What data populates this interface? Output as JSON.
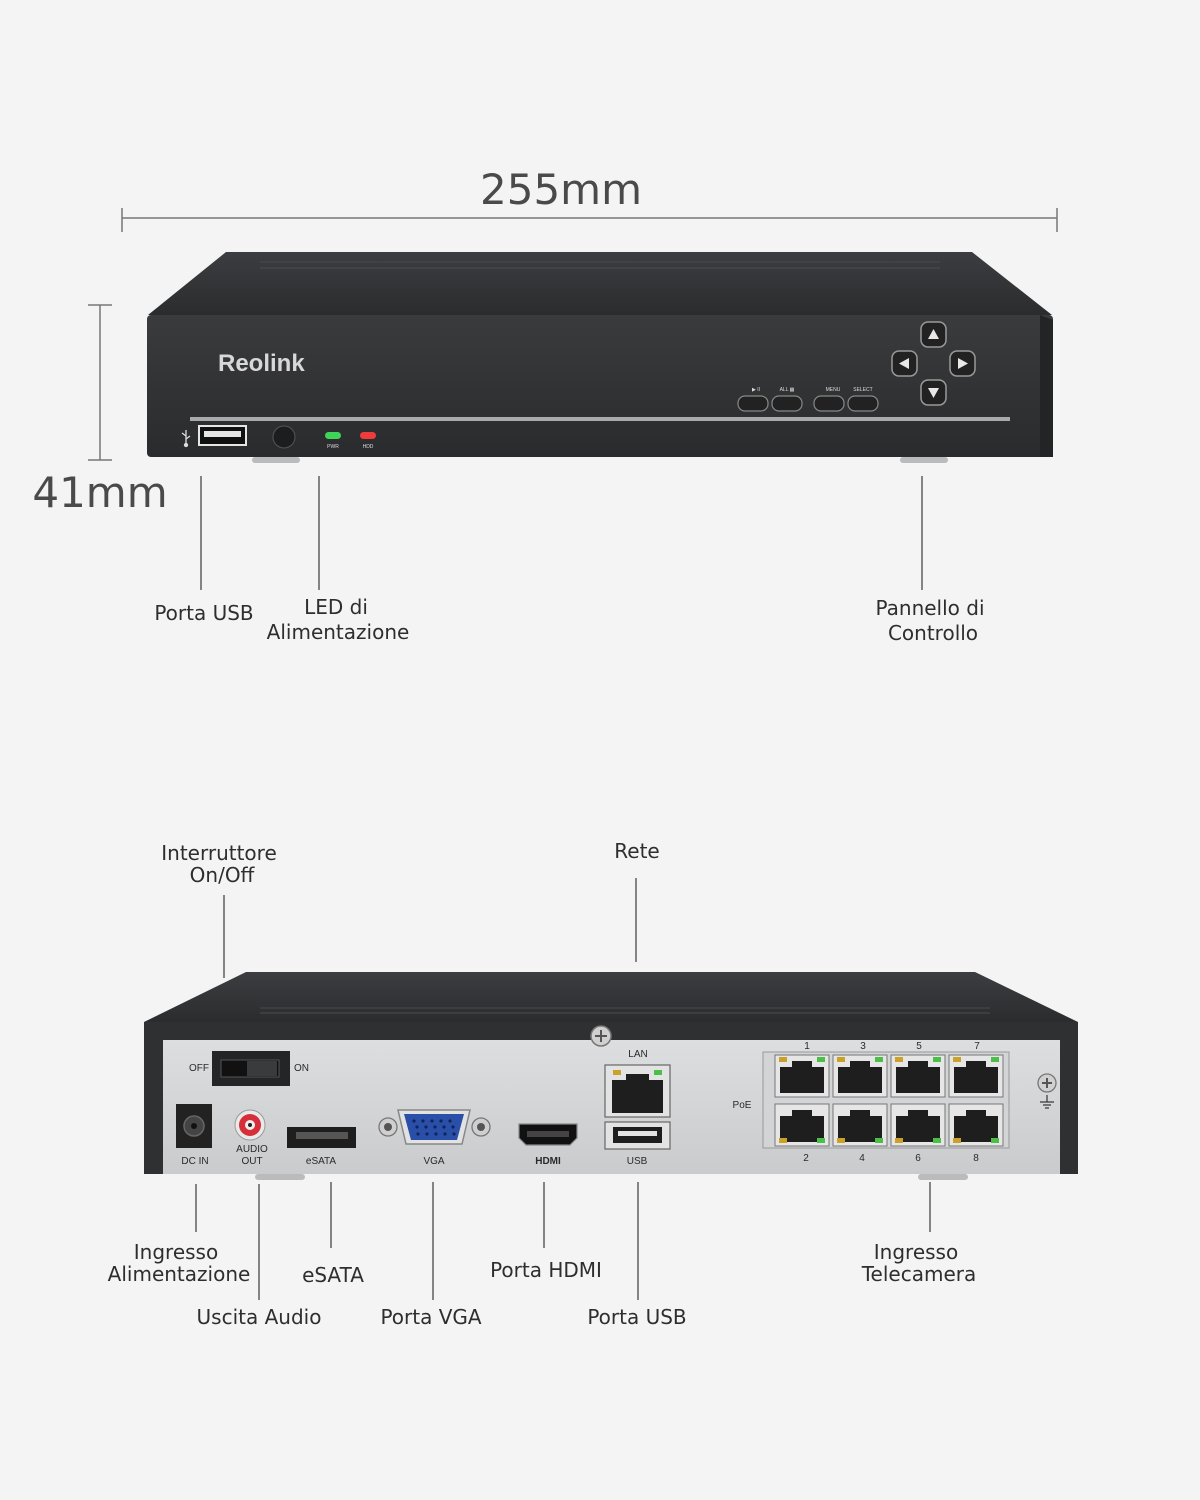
{
  "dimensions": {
    "width": "255mm",
    "height": "41mm"
  },
  "front_panel": {
    "brand": "Reolink",
    "led_labels": [
      "PWR",
      "HDD"
    ],
    "button_labels": [
      "▶ II",
      "ALL ▦",
      "MENU",
      "SELECT"
    ],
    "callouts": {
      "usb": "Porta USB",
      "led_line1": "LED di",
      "led_line2": "Alimentazione",
      "control_line1": "Pannello di",
      "control_line2": "Controllo"
    }
  },
  "rear_panel": {
    "switch_off": "OFF",
    "switch_on": "ON",
    "port_labels": {
      "dc_in": "DC IN",
      "audio_line1": "AUDIO",
      "audio_line2": "OUT",
      "esata": "eSATA",
      "vga": "VGA",
      "hdmi": "HDMI",
      "usb": "USB",
      "lan": "LAN",
      "poe": "PoE"
    },
    "poe_top_numbers": [
      "1",
      "3",
      "5",
      "7"
    ],
    "poe_bottom_numbers": [
      "2",
      "4",
      "6",
      "8"
    ],
    "callouts": {
      "switch_line1": "Interruttore",
      "switch_line2": "On/Off",
      "network": "Rete",
      "power_line1": "Ingresso",
      "power_line2": "Alimentazione",
      "esata": "eSATA",
      "audio": "Uscita Audio",
      "vga": "Porta VGA",
      "hdmi": "Porta HDMI",
      "usb": "Porta USB",
      "camera_line1": "Ingresso",
      "camera_line2": "Telecamera"
    }
  }
}
